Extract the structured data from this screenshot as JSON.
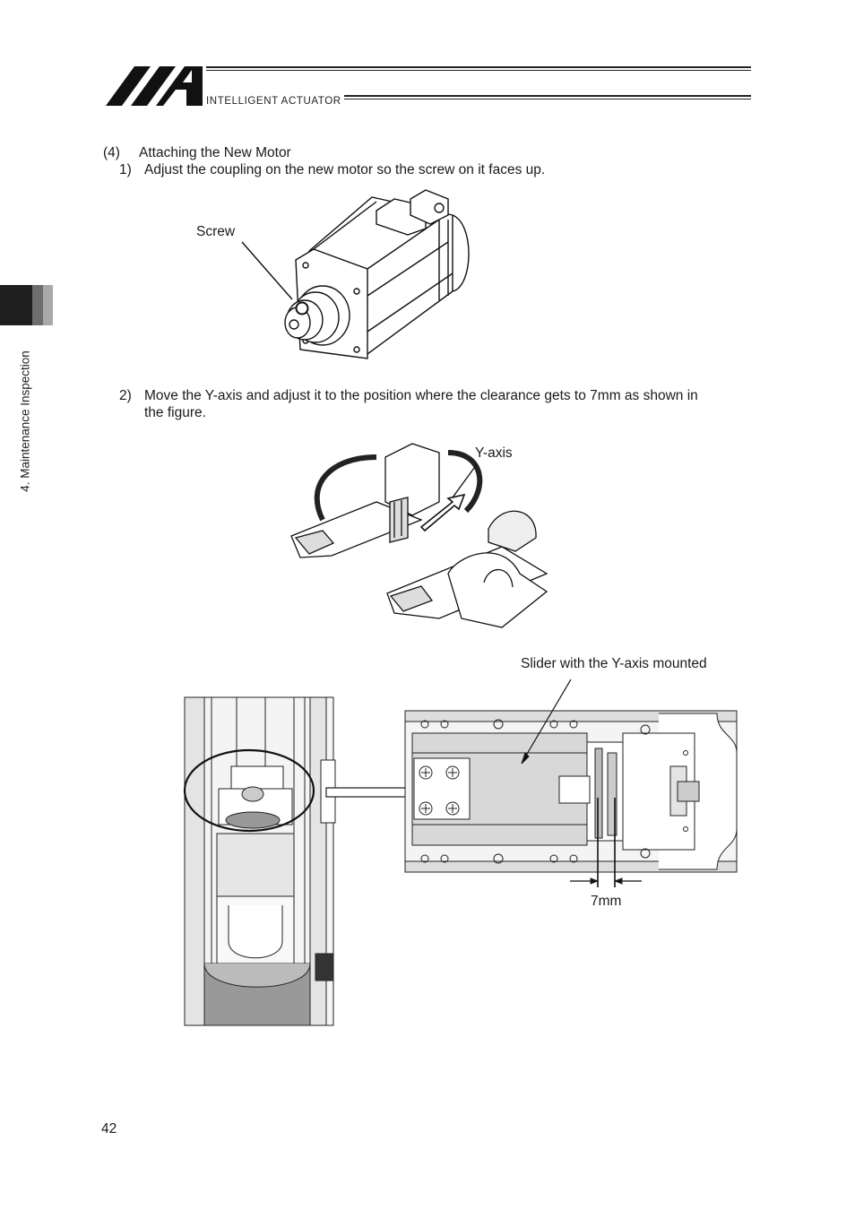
{
  "header": {
    "brand_text": "INTELLIGENT ACTUATOR"
  },
  "side_tab": {
    "label": "4. Maintenance Inspection"
  },
  "section": {
    "number": "(4)",
    "title": "Attaching the New Motor"
  },
  "steps": [
    {
      "number": "1)",
      "text": "Adjust the coupling on the new motor so the screw on it faces up."
    },
    {
      "number": "2)",
      "text_line1": "Move the Y-axis and adjust it to the position where the clearance gets to 7mm as shown in",
      "text_line2": "the figure."
    }
  ],
  "figures": {
    "motor": {
      "callout": "Screw"
    },
    "robot": {
      "callout": "Y-axis"
    },
    "slider": {
      "callout": "Slider with the Y-axis mounted",
      "dimension": "7mm"
    }
  },
  "footer": {
    "page_number": "42"
  }
}
